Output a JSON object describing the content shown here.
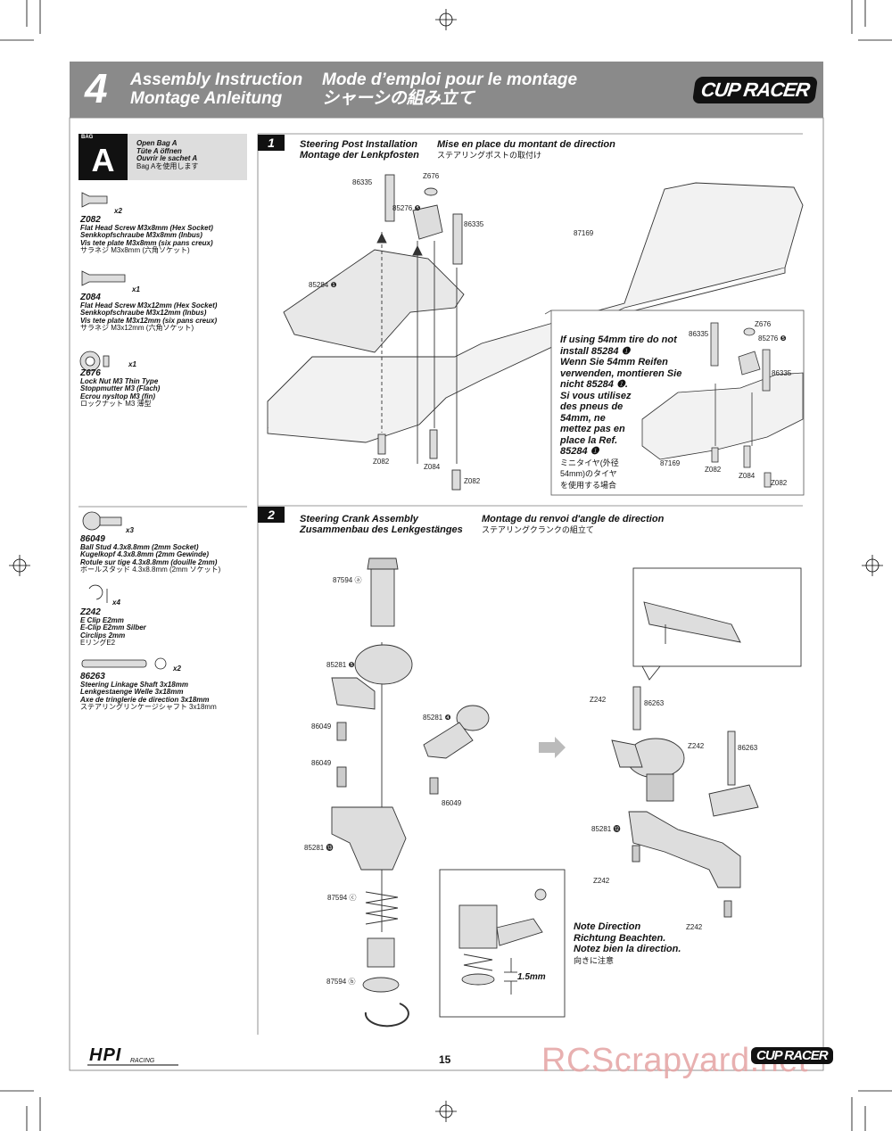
{
  "header": {
    "step_number": "4",
    "title_en": "Assembly Instruction",
    "title_de": "Montage Anleitung",
    "title_fr": "Mode d’emploi pour le montage",
    "title_jp": "シャーシの組み立て",
    "logo": "CUP RACER"
  },
  "bag": {
    "small_label": "BAG",
    "letter": "A",
    "lines": [
      "Open Bag A",
      "Tüte A öffnen",
      "Ouvrir le sachet A",
      "Bag Aを使用します"
    ]
  },
  "parts": [
    {
      "code": "Z082",
      "qty": "x2",
      "en": "Flat Head Screw M3x8mm (Hex Socket)",
      "de": "Senkkopfschraube M3x8mm (Inbus)",
      "fr": "Vis tete plate M3x8mm (six pans creux)",
      "jp": "サラネジ M3x8mm (六角ソケット)"
    },
    {
      "code": "Z084",
      "qty": "x1",
      "en": "Flat Head Screw M3x12mm (Hex Socket)",
      "de": "Senkkopfschraube M3x12mm (Inbus)",
      "fr": "Vis tete plate M3x12mm (six pans creux)",
      "jp": "サラネジ M3x12mm (六角ソケット)"
    },
    {
      "code": "Z676",
      "qty": "x1",
      "en": "Lock Nut M3 Thin Type",
      "de": "Stoppmutter M3 (Flach)",
      "fr": "Ecrou nysltop M3 (fin)",
      "jp": "ロックナット M3 薄型"
    },
    {
      "code": "86049",
      "qty": "x3",
      "en": "Ball Stud 4.3x8.8mm (2mm Socket)",
      "de": "Kugelkopf 4.3x8.8mm (2mm Gewinde)",
      "fr": "Rotule sur tige 4.3x8.8mm (douille 2mm)",
      "jp": "ボールスタッド 4.3x8.8mm (2mm ソケット)"
    },
    {
      "code": "Z242",
      "qty": "x4",
      "en": "E Clip E2mm",
      "de": "E-Clip E2mm Silber",
      "fr": "Circlips 2mm",
      "jp": "EリングE2"
    },
    {
      "code": "86263",
      "qty": "x2",
      "en": "Steering Linkage Shaft 3x18mm",
      "de": "Lenkgestaenge Welle 3x18mm",
      "fr": "Axe de tringlerie de direction 3x18mm",
      "jp": "ステアリングリンケージシャフト 3x18mm"
    }
  ],
  "step1": {
    "number": "1",
    "title_en": "Steering Post Installation",
    "title_de": "Montage der Lenkpfosten",
    "title_fr": "Mise en place du montant de direction",
    "title_jp": "ステアリングポストの取付け",
    "labels": {
      "z676": "Z676",
      "p86335a": "86335",
      "p85276": "85276 ❺",
      "p86335b": "86335",
      "p87169": "87169",
      "p85284": "85284 ❶",
      "z082a": "Z082",
      "z084": "Z084",
      "z082b": "Z082"
    },
    "inset_labels": {
      "p86335a": "86335",
      "z676": "Z676",
      "p85276": "85276 ❺",
      "p86335b": "86335",
      "p87169": "87169",
      "z082a": "Z082",
      "z084": "Z084",
      "z082b": "Z082"
    },
    "note_en": [
      "If using 54mm tire do not",
      "install 85284 ❶"
    ],
    "note_de": [
      "Wenn Sie 54mm Reifen",
      "verwenden, montieren Sie",
      "nicht 85284 ❶."
    ],
    "note_fr": [
      "Si vous utilisez",
      "des pneus de",
      "54mm, ne",
      "mettez pas en",
      "place la Ref.",
      "85284 ❶"
    ],
    "note_jp": [
      "ミニタイヤ(外径",
      "54mm)のタイヤ",
      "を使用する場合"
    ]
  },
  "step2": {
    "number": "2",
    "title_en": "Steering Crank Assembly",
    "title_de": "Zusammenbau des Lenkgestänges",
    "title_fr": "Montage du renvoi d'angle de direction",
    "title_jp": "ステアリングクランクの組立て",
    "labels": {
      "a87594": "87594 ⓐ",
      "p85281_5": "85281 ❺",
      "p86049a": "86049",
      "p86049b": "86049",
      "p85281_13": "85281 ⓭",
      "c87594": "87594 ⓒ",
      "b87594": "87594 ⓑ",
      "p85281_4": "85281 ❹",
      "p86049c": "86049",
      "z242a": "Z242",
      "p86263a": "86263",
      "z242b": "Z242",
      "p86263b": "86263",
      "p85281_12": "85281 ⓬",
      "z242c": "Z242",
      "z242d": "Z242"
    },
    "measure": "1.5mm",
    "note": [
      "Note Direction",
      "Richtung Beachten.",
      "Notez bien la direction."
    ],
    "note_jp": "向きに注意"
  },
  "footer": {
    "brand": "HPI",
    "brand_sub": "RACING",
    "page_number": "15",
    "logo": "CUP RACER",
    "watermark": "RCScrapyard.net"
  }
}
